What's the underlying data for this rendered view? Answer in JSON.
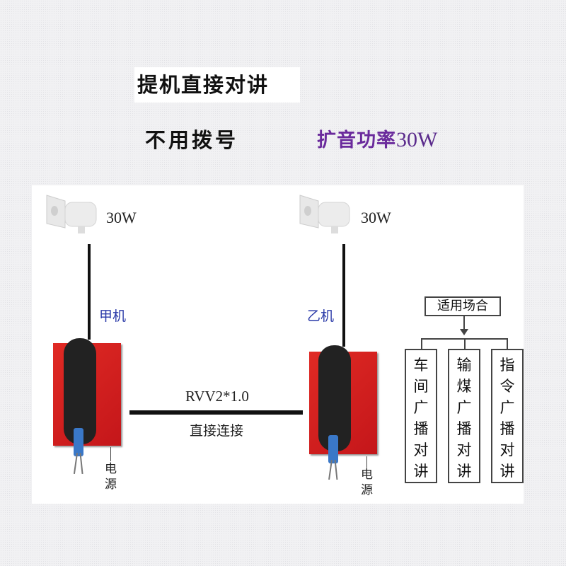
{
  "header": {
    "title": "提机直接对讲",
    "subtitle": "不用拨号",
    "power_label": "扩音功率",
    "power_value": "30W"
  },
  "diagram": {
    "unit_a": {
      "name": "甲机",
      "speaker_power": "30W",
      "power_label_1": "电",
      "power_label_2": "源"
    },
    "unit_b": {
      "name": "乙机",
      "speaker_power": "30W",
      "power_label_1": "电",
      "power_label_2": "源"
    },
    "cable": {
      "spec": "RVV2*1.0",
      "description": "直接连接"
    },
    "applications": {
      "title": "适用场合",
      "items": [
        {
          "chars": [
            "车",
            "间",
            "广",
            "播",
            "对",
            "讲"
          ]
        },
        {
          "chars": [
            "输",
            "煤",
            "广",
            "播",
            "对",
            "讲"
          ]
        },
        {
          "chars": [
            "指",
            "令",
            "广",
            "播",
            "对",
            "讲"
          ]
        }
      ]
    },
    "colors": {
      "phone_body": "#d21f1f",
      "handset": "#222222",
      "cord": "#3a78c8",
      "power_text": "#6a2a9c",
      "unit_label": "#2a3aa8"
    }
  }
}
